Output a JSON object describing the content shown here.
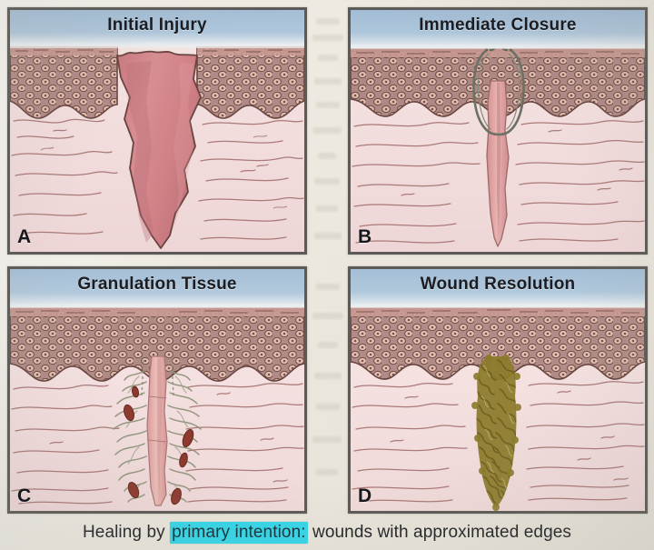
{
  "figure": {
    "caption_prefix": "Healing by ",
    "caption_highlight": "primary intention:",
    "caption_suffix": " wounds with approximated edges",
    "highlight_color": "#35d6e8",
    "page_background": "#eeeae1"
  },
  "panels": [
    {
      "letter": "A",
      "title": "Initial Injury",
      "stage": "open-wedge-wound",
      "description": "Wide open V-shaped wound through epidermis and dermis",
      "title_bar_color": "#a8c2d8",
      "wound_fill": "#d4868b"
    },
    {
      "letter": "B",
      "title": "Immediate Closure",
      "stage": "sutured-closure",
      "description": "Narrow wound channel held closed by a single suture with knot",
      "title_bar_color": "#a8c2d8",
      "wound_fill": "#e0a3a4",
      "suture_color": "#6d7164"
    },
    {
      "letter": "C",
      "title": "Granulation Tissue",
      "stage": "granulation",
      "description": "Fibroblast strands and capillary buds fill the wound channel",
      "title_bar_color": "#a8c2d8",
      "wound_fill": "#e6b0ae",
      "fibrous_color": "#8d9279",
      "capillary_color": "#8e3a2e"
    },
    {
      "letter": "D",
      "title": "Wound Resolution",
      "stage": "scar-collagen",
      "description": "Dense remodeled collagen scar replaces the wound",
      "title_bar_color": "#a8c2d8",
      "scar_color": "#8c7b2c"
    }
  ],
  "tissue_legend": {
    "sky_band": "#a8c2d8",
    "epidermis": "#b08a86",
    "epidermis_cell": "#e0b9ad",
    "dermis": "#f2dede",
    "collagen_fiber": "#a2706e"
  }
}
